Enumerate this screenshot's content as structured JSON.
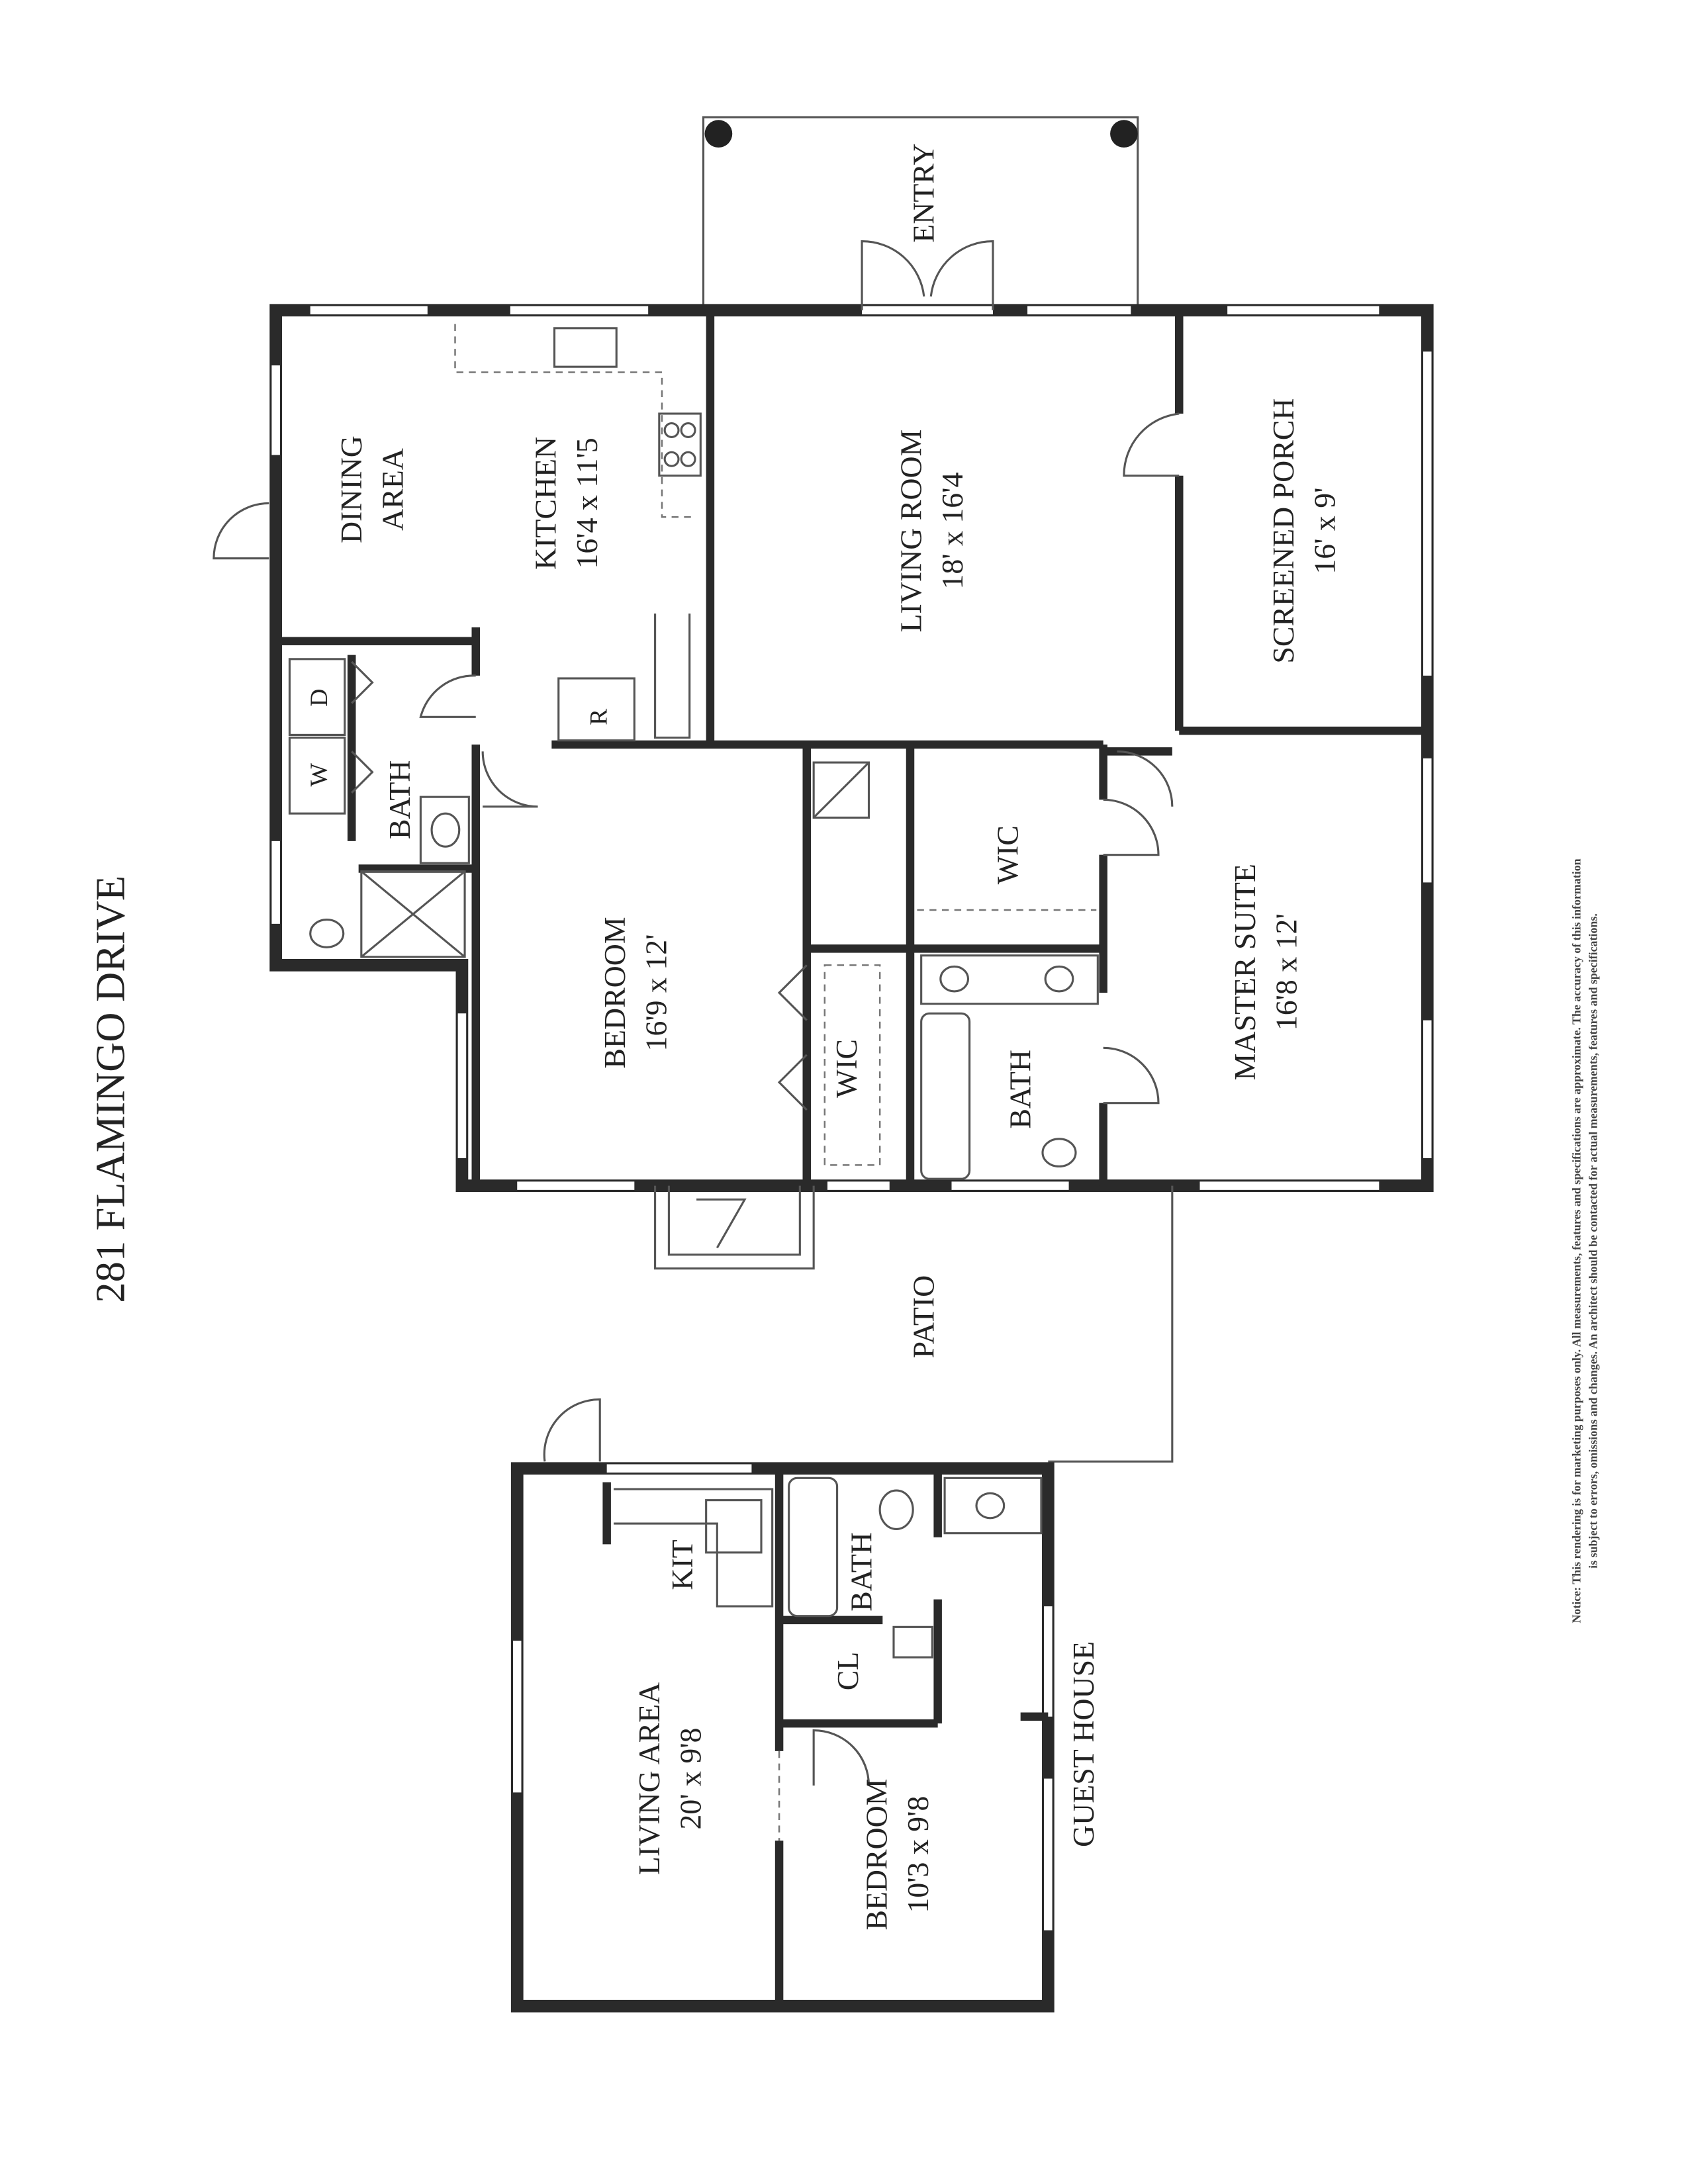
{
  "title": "281 FLAMINGO DRIVE",
  "rooms": {
    "entry": {
      "name": "ENTRY"
    },
    "dining": {
      "line1": "DINING",
      "line2": "AREA"
    },
    "kitchen": {
      "name": "KITCHEN",
      "size": "16'4 x 11'5"
    },
    "living_room": {
      "name": "LIVING ROOM",
      "size": "18' x 16'4"
    },
    "screened_porch": {
      "name": "SCREENED PORCH",
      "size": "16' x 9'"
    },
    "laundry": {
      "washer": "W",
      "dryer": "D"
    },
    "refrigerator": {
      "name": "R"
    },
    "bath1": {
      "name": "BATH"
    },
    "bedroom": {
      "name": "BEDROOM",
      "size": "16'9 x 12'"
    },
    "wic1": {
      "name": "WIC"
    },
    "wic2": {
      "name": "WIC"
    },
    "master_bath": {
      "name": "BATH"
    },
    "master_suite": {
      "name": "MASTER SUITE",
      "size": "16'8 x 12'"
    },
    "patio": {
      "name": "PATIO"
    },
    "guest_kit": {
      "name": "KIT"
    },
    "guest_bath": {
      "name": "BATH"
    },
    "guest_closet": {
      "name": "CL"
    },
    "guest_living": {
      "name": "LIVING AREA",
      "size": "20' x 9'8"
    },
    "guest_bedroom": {
      "name": "BEDROOM",
      "size": "10'3 x 9'8"
    },
    "guest_house": {
      "name": "GUEST HOUSE"
    }
  },
  "notice": {
    "line1": "Notice: This rendering is for marketing purposes only. All measurements, features and specifications are approximate. The accuracy of this information",
    "line2": "is subject to errors, omissions and changes. An architect should be contacted for actual measurements, features and specifications."
  }
}
